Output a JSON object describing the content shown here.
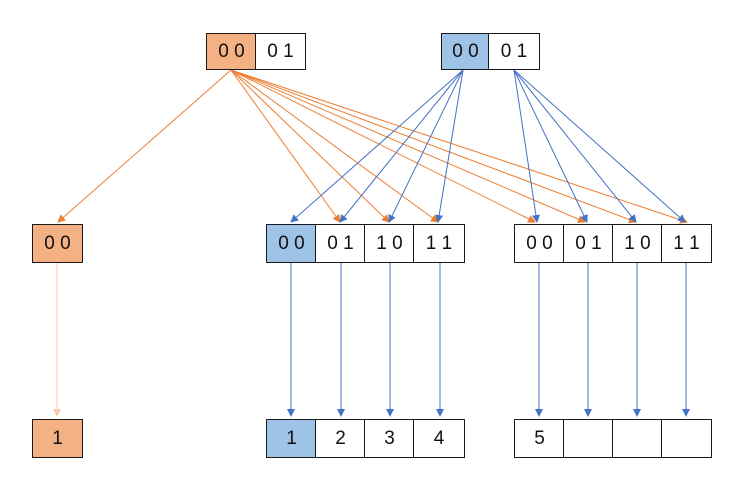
{
  "colors": {
    "orange_fill": "#f4b183",
    "blue_fill": "#9dc3e6",
    "orange_arrow": "#ed7d31",
    "light_orange_arrow": "#f8cbad",
    "blue_arrow": "#4472c4",
    "border": "#1a1a1a"
  },
  "top_left": {
    "cells": [
      "0 0",
      "0 1"
    ]
  },
  "top_right": {
    "cells": [
      "0 0",
      "0 1"
    ]
  },
  "mid_left": {
    "cells": [
      "0 0"
    ]
  },
  "mid_center": {
    "cells": [
      "0 0",
      "0 1",
      "1 0",
      "1 1"
    ]
  },
  "mid_right": {
    "cells": [
      "0 0",
      "0 1",
      "1 0",
      "1 1"
    ]
  },
  "bot_left": {
    "cells": [
      "1"
    ]
  },
  "bot_center": {
    "cells": [
      "1",
      "2",
      "3",
      "4"
    ]
  },
  "bot_right": {
    "cells": [
      "5",
      "",
      "",
      ""
    ]
  }
}
